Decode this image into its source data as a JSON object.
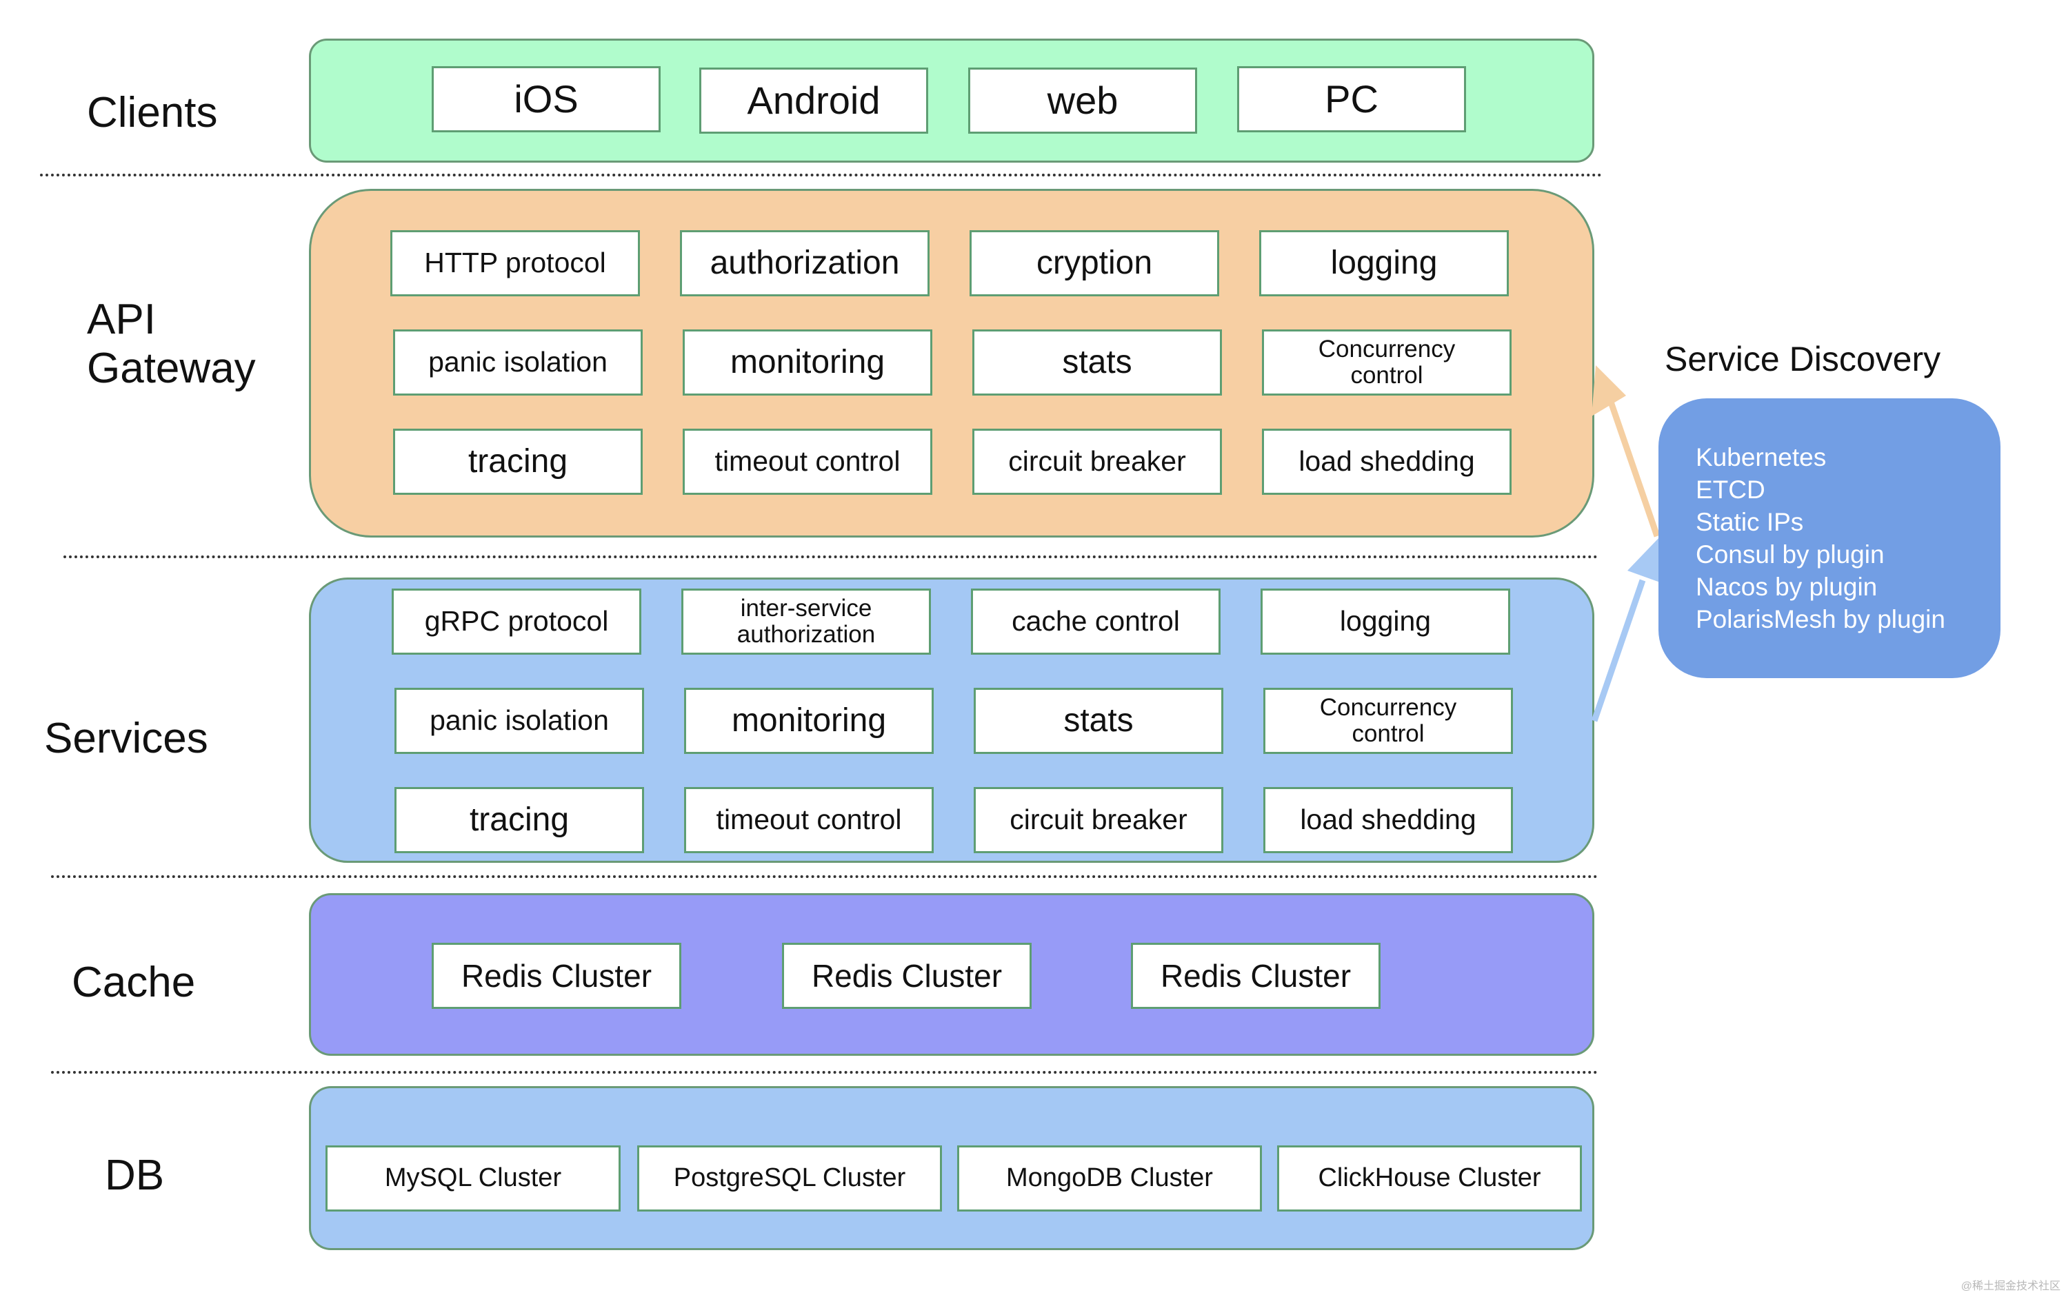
{
  "layers": [
    {
      "id": "clients",
      "label": [
        "Clients"
      ],
      "color": "#b0fccc",
      "items": [
        "iOS",
        "Android",
        "web",
        "PC"
      ]
    },
    {
      "id": "api-gateway",
      "label": [
        "API",
        "Gateway"
      ],
      "color": "#f7cfa3",
      "items": [
        "HTTP protocol",
        "authorization",
        "cryption",
        "logging",
        "panic isolation",
        "monitoring",
        "stats",
        "Concurrency\ncontrol",
        "tracing",
        "timeout control",
        "circuit breaker",
        "load shedding"
      ]
    },
    {
      "id": "services",
      "label": [
        "Services"
      ],
      "color": "#a4c8f4",
      "items": [
        "gRPC protocol",
        "inter-service\nauthorization",
        "cache control",
        "logging",
        "panic isolation",
        "monitoring",
        "stats",
        "Concurrency\ncontrol",
        "tracing",
        "timeout control",
        "circuit breaker",
        "load shedding"
      ]
    },
    {
      "id": "cache",
      "label": [
        "Cache"
      ],
      "color": "#979bf7",
      "items": [
        "Redis Cluster",
        "Redis Cluster",
        "Redis Cluster"
      ]
    },
    {
      "id": "db",
      "label": [
        "DB"
      ],
      "color": "#a4c8f4",
      "items": [
        "MySQL Cluster",
        "PostgreSQL Cluster",
        "MongoDB Cluster",
        "ClickHouse Cluster"
      ]
    }
  ],
  "service_discovery": {
    "title": "Service Discovery",
    "color": "#729ee4",
    "items": [
      "Kubernetes",
      "ETCD",
      "Static IPs",
      "Consul by plugin",
      "Nacos by plugin",
      "PolarisMesh by plugin"
    ]
  },
  "arrows": {
    "gateway_color": "#f5cfa2",
    "services_color": "#a7c9f4"
  },
  "watermark": "@稀土掘金技术社区"
}
